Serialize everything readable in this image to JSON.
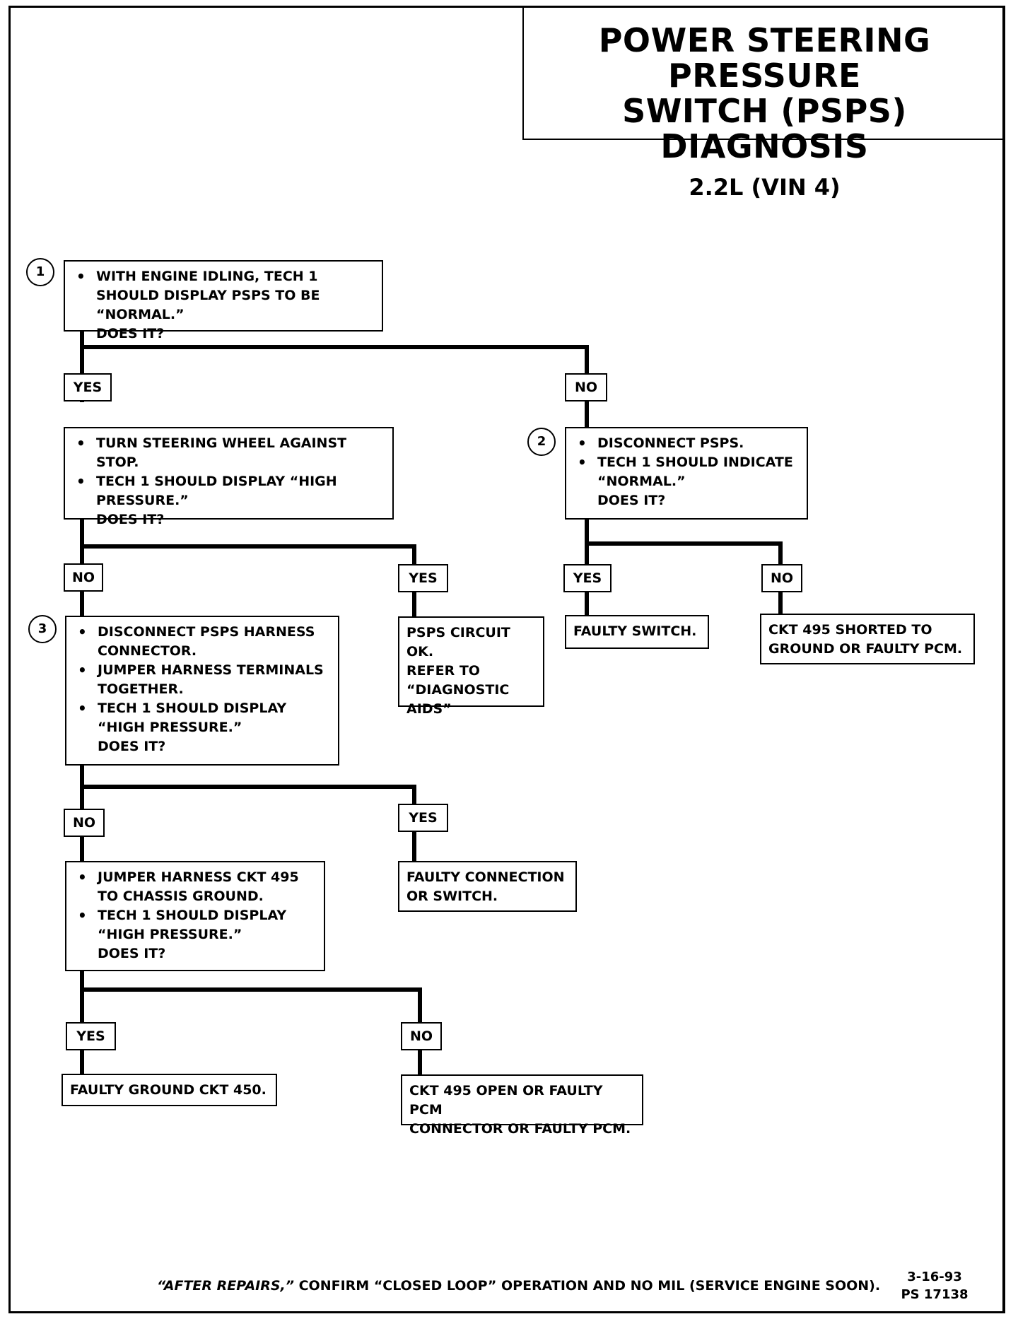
{
  "title": {
    "line1": "POWER STEERING PRESSURE",
    "line2": "SWITCH (PSPS) DIAGNOSIS",
    "subtitle": "2.2L  (VIN 4)"
  },
  "steps": {
    "s1": "1",
    "s2": "2",
    "s3": "3"
  },
  "nodes": {
    "q1": {
      "bullets": [
        "WITH ENGINE IDLING, TECH 1 SHOULD DISPLAY PSPS TO BE “NORMAL.”"
      ],
      "question": "DOES IT?"
    },
    "q_turn": {
      "bullets": [
        "TURN STEERING WHEEL AGAINST STOP.",
        "TECH 1 SHOULD DISPLAY “HIGH PRESSURE.”"
      ],
      "question": "DOES IT?"
    },
    "q2": {
      "bullets": [
        "DISCONNECT PSPS.",
        "TECH 1 SHOULD INDICATE “NORMAL.”"
      ],
      "question": "DOES IT?"
    },
    "q3": {
      "bullets": [
        "DISCONNECT PSPS  HARNESS CONNECTOR.",
        "JUMPER HARNESS TERMINALS TOGETHER.",
        "TECH 1 SHOULD DISPLAY “HIGH PRESSURE.”"
      ],
      "question": "DOES IT?"
    },
    "q4": {
      "bullets": [
        "JUMPER HARNESS CKT 495 TO CHASSIS GROUND.",
        "TECH 1 SHOULD DISPLAY “HIGH PRESSURE.”"
      ],
      "question": "DOES IT?"
    },
    "r_circuit_ok": [
      "PSPS CIRCUIT OK.",
      "REFER TO",
      "“DIAGNOSTIC",
      "AIDS”"
    ],
    "r_faulty_switch": [
      "FAULTY SWITCH."
    ],
    "r_ckt495_shorted": [
      "CKT 495 SHORTED TO",
      "GROUND OR FAULTY PCM."
    ],
    "r_faulty_connection": [
      "FAULTY CONNECTION",
      "OR  SWITCH."
    ],
    "r_faulty_ground": [
      "FAULTY GROUND CKT 450."
    ],
    "r_ckt495_open": [
      "CKT 495 OPEN OR FAULTY PCM",
      "CONNECTOR OR FAULTY PCM."
    ]
  },
  "labels": {
    "yes": "YES",
    "no": "NO"
  },
  "footer": {
    "italic": "“AFTER REPAIRS,”",
    "text": " CONFIRM “CLOSED LOOP” OPERATION AND NO MIL (SERVICE ENGINE SOON).",
    "date": "3-16-93",
    "code": "PS 17138"
  }
}
